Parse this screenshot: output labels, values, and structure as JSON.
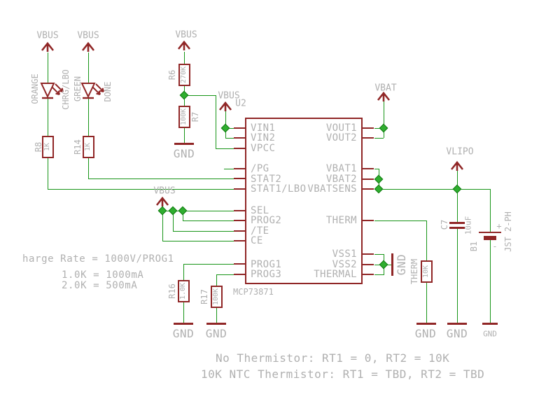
{
  "colors": {
    "wire": "#189518",
    "symbol": "#902626",
    "label": "#b0b0b0",
    "junction": "#2fae2f"
  },
  "nets": {
    "vbus": "VBUS",
    "vbat": "VBAT",
    "vlipo": "VLIPO",
    "gnd": "GND"
  },
  "ic": {
    "ref": "U2",
    "part": "MCP73871",
    "left_pins": [
      "VIN1",
      "VIN2",
      "VPCC",
      "/PG",
      "STAT2",
      "STAT1/LBO",
      "SEL",
      "PROG2",
      "/TE",
      "CE",
      "PROG1",
      "PROG3"
    ],
    "right_pins": [
      "VOUT1",
      "VOUT2",
      "VBAT1",
      "VBAT2",
      "VBATSENS",
      "THERM",
      "VSS1",
      "VSS2",
      "THERMAL"
    ]
  },
  "leds": [
    {
      "color": "ORANGE",
      "function": "CHRG/LBO"
    },
    {
      "color": "GREEN",
      "function": "DONE"
    }
  ],
  "resistors": {
    "r8": {
      "ref": "R8",
      "value": "1K"
    },
    "r14": {
      "ref": "R14",
      "value": "1K"
    },
    "r6": {
      "ref": "R6",
      "value": "270K"
    },
    "r7": {
      "ref": "R7",
      "value": "100K"
    },
    "r16": {
      "ref": "R16",
      "value": "1.0K"
    },
    "r17": {
      "ref": "R17",
      "value": "100K"
    },
    "rtherm": {
      "ref": "THERM",
      "value": "10K"
    }
  },
  "capacitor": {
    "ref": "C7",
    "value": "10uF"
  },
  "battery": {
    "ref": "B1",
    "value": "JST 2-PH",
    "plus": "+",
    "minus": "-"
  },
  "notes": {
    "charge_rate": "harge Rate = 1000V/PROG1",
    "rate_1k": "1.0K = 1000mA",
    "rate_2k": "2.0K = 500mA",
    "no_thermistor": "No Thermistor: RT1 = 0, RT2 = 10K",
    "ntc_thermistor": "10K NTC Thermistor: RT1 = TBD, RT2 = TBD"
  }
}
